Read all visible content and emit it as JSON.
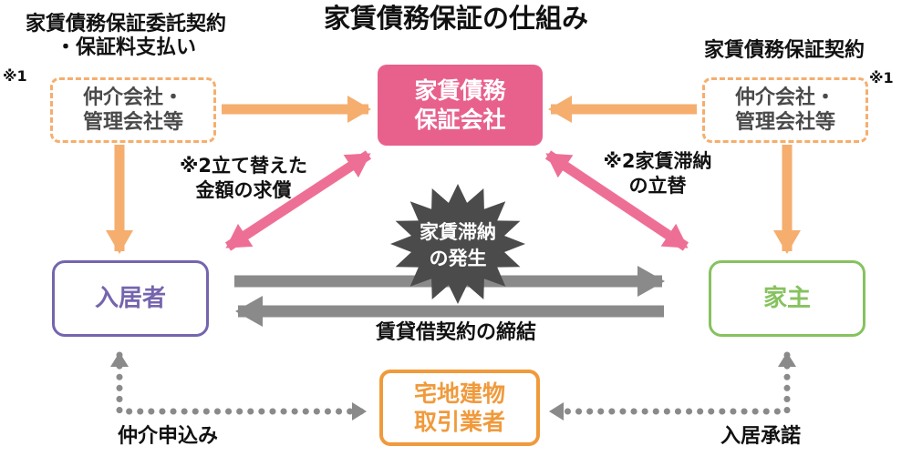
{
  "title": "家賃債務保証の仕組み",
  "colors": {
    "orange": "#f5ae6e",
    "orange-strong": "#f09a3c",
    "pink": "#e8618c",
    "pink-arrow": "#ee6f96",
    "purple": "#7565ae",
    "green": "#86c25f",
    "gray": "#8a8a8a",
    "dark": "#4b4b4b"
  },
  "nodes": {
    "broker_left": {
      "label": "仲介会社・\n管理会社等"
    },
    "guarantor": {
      "label": "家賃債務\n保証会社"
    },
    "broker_right": {
      "label": "仲介会社・\n管理会社等"
    },
    "tenant": {
      "label": "入居者"
    },
    "landlord": {
      "label": "家主"
    },
    "realtor": {
      "label": "宅地建物\n取引業者"
    },
    "burst": {
      "label": "家賃滞納\nの発生"
    }
  },
  "annotations": {
    "top_left": "家賃債務保証委託契約\n・保証料支払い",
    "top_right": "家賃債務保証契約",
    "note1_left": "※1",
    "note1_right": "※1",
    "reimburse": "※2立て替えた\n金額の求償",
    "advance": "※2家賃滞納\nの立替",
    "lease": "賃貸借契約の締結",
    "apply": "仲介申込み",
    "consent": "入居承諾"
  }
}
